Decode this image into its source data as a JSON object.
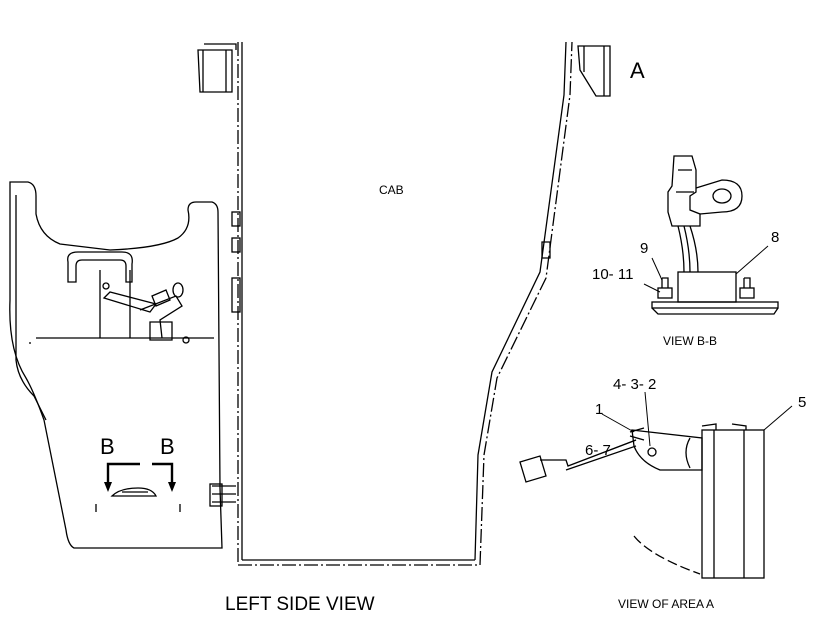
{
  "labels": {
    "cab": "CAB",
    "area_callout": "A",
    "section_left": "B",
    "section_right": "B",
    "left_side_view": "LEFT SIDE VIEW",
    "view_bb": "VIEW  B-B",
    "view_area_a": "VIEW OF AREA  A"
  },
  "callouts": {
    "c9": "9",
    "c8": "8",
    "c10_11": "10- 11",
    "c4_3_2": "4- 3- 2",
    "c1": "1",
    "c5": "5",
    "c6_7": "6- 7"
  }
}
